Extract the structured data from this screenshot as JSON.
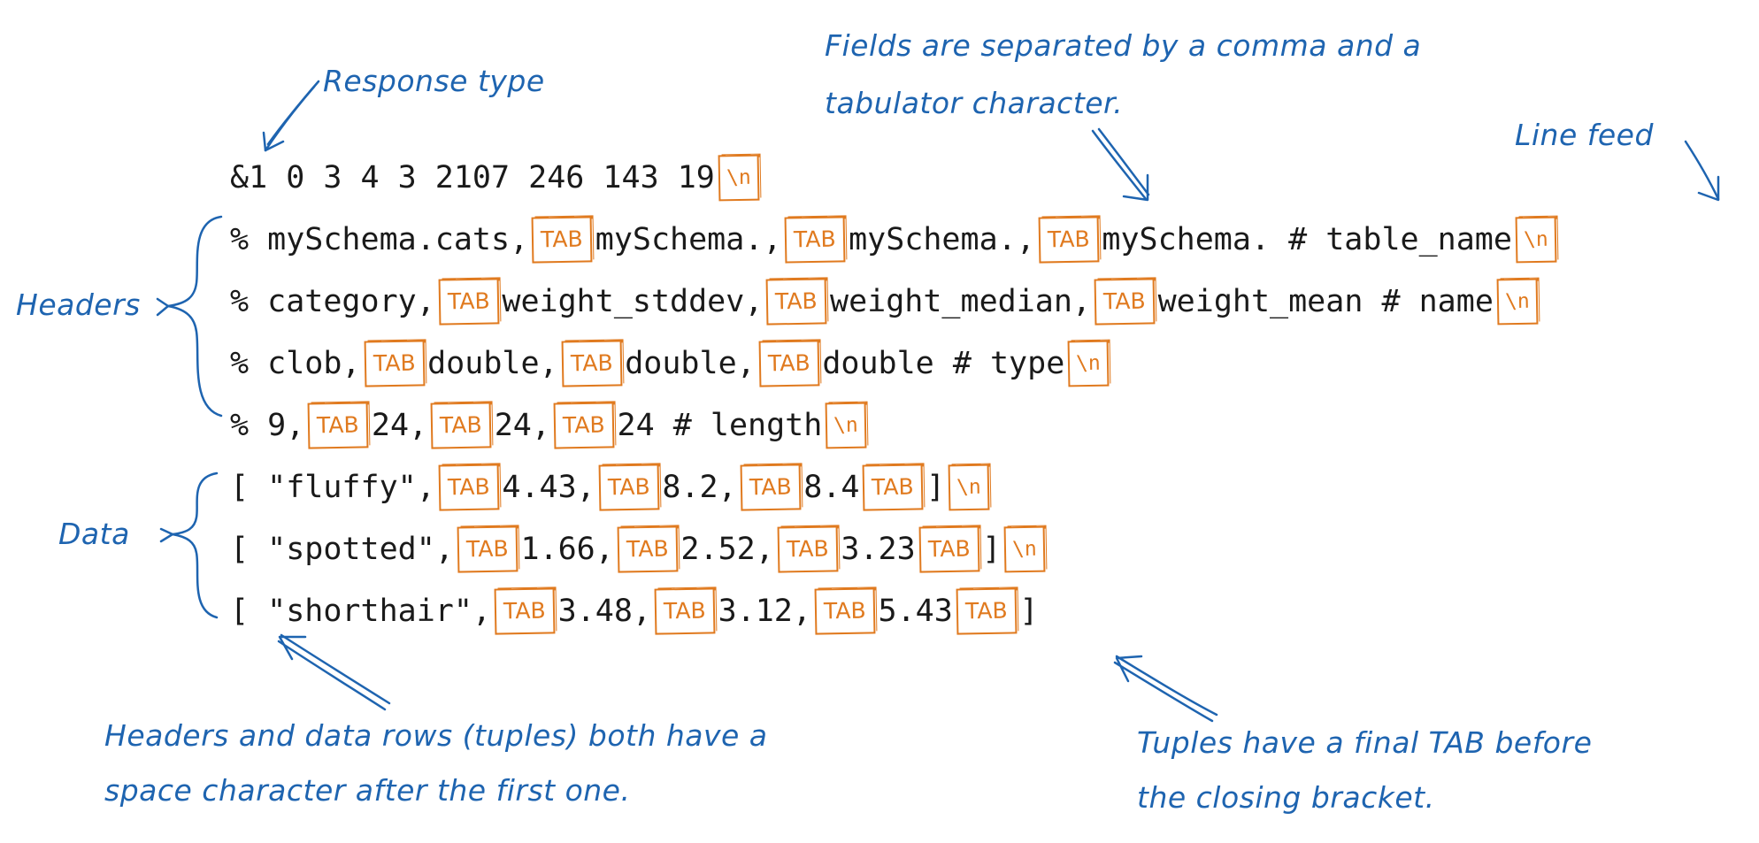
{
  "code_lines": [
    {
      "tokens": [
        {
          "t": "text",
          "v": "&1 0 3 4 3 2107 246 143 19"
        },
        {
          "t": "nl",
          "v": "\\n"
        }
      ]
    },
    {
      "tokens": [
        {
          "t": "text",
          "v": "% mySchema.cats,"
        },
        {
          "t": "tab",
          "v": "TAB"
        },
        {
          "t": "text",
          "v": "mySchema.,"
        },
        {
          "t": "tab",
          "v": "TAB"
        },
        {
          "t": "text",
          "v": "mySchema.,"
        },
        {
          "t": "tab",
          "v": "TAB"
        },
        {
          "t": "text",
          "v": "mySchema. # table_name"
        },
        {
          "t": "nl",
          "v": "\\n"
        }
      ]
    },
    {
      "tokens": [
        {
          "t": "text",
          "v": "% category,"
        },
        {
          "t": "tab",
          "v": "TAB"
        },
        {
          "t": "text",
          "v": "weight_stddev,"
        },
        {
          "t": "tab",
          "v": "TAB"
        },
        {
          "t": "text",
          "v": "weight_median,"
        },
        {
          "t": "tab",
          "v": "TAB"
        },
        {
          "t": "text",
          "v": "weight_mean # name"
        },
        {
          "t": "nl",
          "v": "\\n"
        }
      ]
    },
    {
      "tokens": [
        {
          "t": "text",
          "v": "% clob,"
        },
        {
          "t": "tab",
          "v": "TAB"
        },
        {
          "t": "text",
          "v": "double,"
        },
        {
          "t": "tab",
          "v": "TAB"
        },
        {
          "t": "text",
          "v": "double,"
        },
        {
          "t": "tab",
          "v": "TAB"
        },
        {
          "t": "text",
          "v": "double # type"
        },
        {
          "t": "nl",
          "v": "\\n"
        }
      ]
    },
    {
      "tokens": [
        {
          "t": "text",
          "v": "% 9,"
        },
        {
          "t": "tab",
          "v": "TAB"
        },
        {
          "t": "text",
          "v": "24,"
        },
        {
          "t": "tab",
          "v": "TAB"
        },
        {
          "t": "text",
          "v": "24,"
        },
        {
          "t": "tab",
          "v": "TAB"
        },
        {
          "t": "text",
          "v": "24 # length"
        },
        {
          "t": "nl",
          "v": "\\n"
        }
      ]
    },
    {
      "tokens": [
        {
          "t": "text",
          "v": "[ \"fluffy\","
        },
        {
          "t": "tab",
          "v": "TAB"
        },
        {
          "t": "text",
          "v": "4.43,"
        },
        {
          "t": "tab",
          "v": "TAB"
        },
        {
          "t": "text",
          "v": "8.2,"
        },
        {
          "t": "tab",
          "v": "TAB"
        },
        {
          "t": "text",
          "v": "8.4"
        },
        {
          "t": "tab",
          "v": "TAB"
        },
        {
          "t": "text",
          "v": "]"
        },
        {
          "t": "nl",
          "v": "\\n"
        }
      ]
    },
    {
      "tokens": [
        {
          "t": "text",
          "v": "[ \"spotted\","
        },
        {
          "t": "tab",
          "v": "TAB"
        },
        {
          "t": "text",
          "v": "1.66,"
        },
        {
          "t": "tab",
          "v": "TAB"
        },
        {
          "t": "text",
          "v": "2.52,"
        },
        {
          "t": "tab",
          "v": "TAB"
        },
        {
          "t": "text",
          "v": "3.23"
        },
        {
          "t": "tab",
          "v": "TAB"
        },
        {
          "t": "text",
          "v": "]"
        },
        {
          "t": "nl",
          "v": "\\n"
        }
      ]
    },
    {
      "tokens": [
        {
          "t": "text",
          "v": "[ \"shorthair\","
        },
        {
          "t": "tab",
          "v": "TAB"
        },
        {
          "t": "text",
          "v": "3.48,"
        },
        {
          "t": "tab",
          "v": "TAB"
        },
        {
          "t": "text",
          "v": "3.12,"
        },
        {
          "t": "tab",
          "v": "TAB"
        },
        {
          "t": "text",
          "v": "5.43"
        },
        {
          "t": "tab",
          "v": "TAB"
        },
        {
          "t": "text",
          "v": "]"
        }
      ]
    }
  ],
  "annotations": {
    "response_type": "Response type",
    "fields_line1": "Fields are separated by a comma and a",
    "fields_line2": "tabulator character.",
    "line_feed": "Line feed",
    "headers": "Headers",
    "data": "Data",
    "space_line1": "Headers and data rows (tuples) both have a",
    "space_line2": "space character after the first one.",
    "tab_line1": "Tuples have a final TAB before",
    "tab_line2": "the closing bracket."
  },
  "colors": {
    "annotation": "#1e64b0",
    "tab_box": "#e07a1f",
    "code": "#1a1a1a"
  }
}
